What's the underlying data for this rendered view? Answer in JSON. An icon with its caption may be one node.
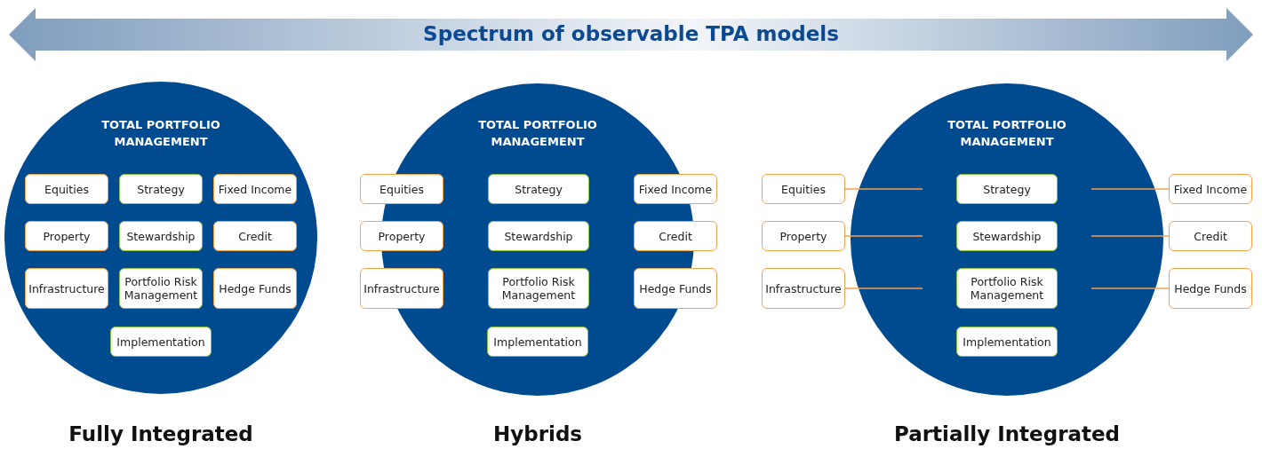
{
  "diagram": {
    "title": "Spectrum of observable TPA models",
    "nodes": [
      {
        "text": [
          "TOTAL PORTFOLIO MANAGEMENT"
        ],
        "beside": [
          "Fully Integrated"
        ]
      },
      {
        "text": [
          "Equities"
        ],
        "in": 0
      },
      {
        "text": [
          "Strategy"
        ],
        "in": 0
      },
      {
        "text": [
          "Fixed Income"
        ],
        "in": 0
      },
      {
        "text": [
          "Property"
        ],
        "in": 0
      },
      {
        "text": [
          "Stewardship"
        ],
        "in": 0
      },
      {
        "text": [
          "Credit"
        ],
        "in": 0
      },
      {
        "text": [
          "Infrastructure"
        ],
        "in": 0
      },
      {
        "text": [
          "Portfolio Risk Management"
        ],
        "in": 0
      },
      {
        "text": [
          "Hedge Funds"
        ],
        "in": 0
      },
      {
        "text": [
          "Implementation"
        ],
        "in": 0
      },
      {
        "text": [
          "TOTAL PORTFOLIO MANAGEMENT"
        ],
        "beside": [
          "Hybrids"
        ]
      },
      {
        "text": [
          "Equities"
        ]
      },
      {
        "text": [
          "Strategy"
        ],
        "in": 11
      },
      {
        "text": [
          "Fixed Income"
        ]
      },
      {
        "text": [
          "Property"
        ]
      },
      {
        "text": [
          "Stewardship"
        ],
        "in": 11
      },
      {
        "text": [
          "Credit"
        ]
      },
      {
        "text": [
          "Infrastructure"
        ]
      },
      {
        "text": [
          "Portfolio Risk Management"
        ],
        "in": 11
      },
      {
        "text": [
          "Hedge Funds"
        ]
      },
      {
        "text": [
          "Implementation"
        ],
        "in": 11
      },
      {
        "text": [
          "TOTAL PORTFOLIO MANAGEMENT"
        ],
        "beside": [
          "Partially Integrated"
        ]
      },
      {
        "text": [
          "Equities"
        ]
      },
      {
        "text": [
          "Strategy"
        ],
        "in": 22
      },
      {
        "text": [
          "Fixed Income"
        ]
      },
      {
        "text": [
          "Property"
        ]
      },
      {
        "text": [
          "Stewardship"
        ],
        "in": 22
      },
      {
        "text": [
          "Credit"
        ]
      },
      {
        "text": [
          "Infrastructure"
        ]
      },
      {
        "text": [
          "Portfolio Risk Management"
        ],
        "in": 22
      },
      {
        "text": [
          "Hedge Funds"
        ]
      },
      {
        "text": [
          "Implementation"
        ],
        "in": 22
      }
    ],
    "edges": [
      {
        "from": 23,
        "to": null,
        "arrow": "none"
      },
      {
        "from": 26,
        "to": null,
        "arrow": "none"
      },
      {
        "from": 29,
        "to": null,
        "arrow": "none"
      },
      {
        "from": 25,
        "to": null,
        "arrow": "none"
      },
      {
        "from": 28,
        "to": null,
        "arrow": "none"
      },
      {
        "from": 31,
        "to": null,
        "arrow": "none"
      }
    ]
  }
}
